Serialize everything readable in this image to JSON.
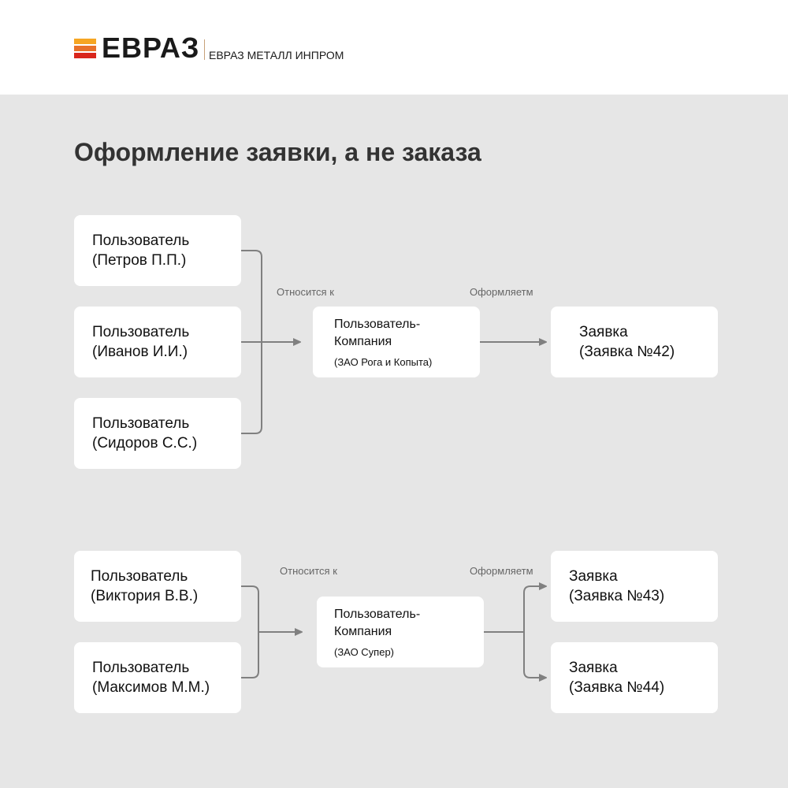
{
  "header": {
    "logo_text": "ЕВРАЗ",
    "company_name": "ЕВРАЗ МЕТАЛЛ ИНПРОМ",
    "logo_colors": [
      "#f6a623",
      "#e8712a",
      "#d9261c"
    ]
  },
  "title": "Оформление заявки, а не заказа",
  "diagram1": {
    "users": [
      {
        "line1": "Пользователь",
        "line2": "(Петров  П.П.)"
      },
      {
        "line1": "Пользователь",
        "line2": "(Иванов  И.И.)"
      },
      {
        "line1": "Пользователь",
        "line2": "(Сидоров  С.С.)"
      }
    ],
    "relation_label": "Относится к",
    "action_label": "Оформляетм",
    "company": {
      "line1": "Пользователь-",
      "line2": "Компания",
      "sub": "(ЗАО Рога и Копыта)"
    },
    "requests": [
      {
        "line1": "Заявка",
        "line2": "(Заявка №42)"
      }
    ]
  },
  "diagram2": {
    "users": [
      {
        "line1": "Пользователь",
        "line2": "(Виктория  В.В.)"
      },
      {
        "line1": "Пользователь",
        "line2": "(Максимов  М.М.)"
      }
    ],
    "relation_label": "Относится к",
    "action_label": "Оформляетм",
    "company": {
      "line1": "Пользователь-",
      "line2": "Компания",
      "sub": "(ЗАО Супер)"
    },
    "requests": [
      {
        "line1": "Заявка",
        "line2": "(Заявка №43)"
      },
      {
        "line1": "Заявка",
        "line2": "(Заявка №44)"
      }
    ]
  }
}
